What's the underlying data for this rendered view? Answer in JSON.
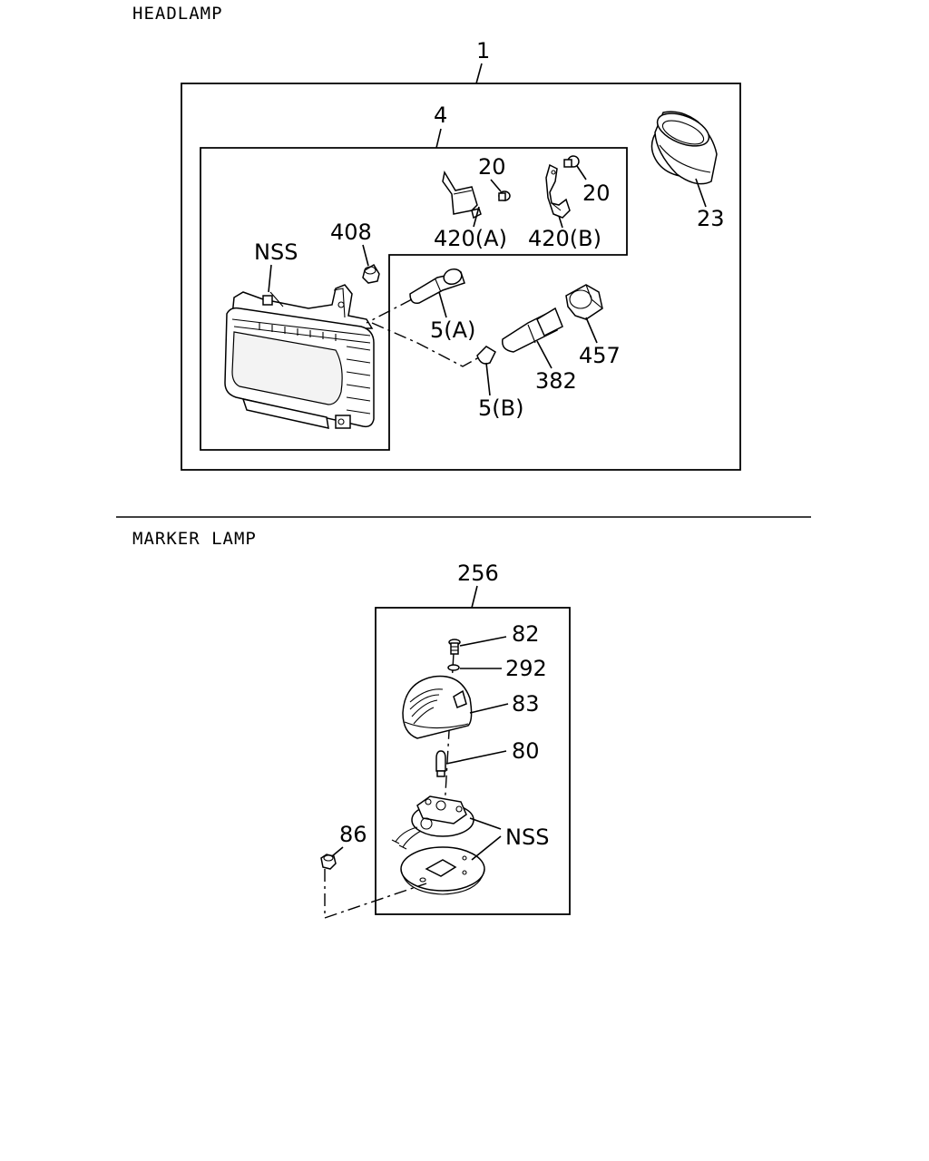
{
  "sections": {
    "headlamp": "HEADLAMP",
    "marker_lamp": "MARKER LAMP"
  },
  "callouts": {
    "headlamp_assembly": "1",
    "housing": "4",
    "bracket_screw_a": "20",
    "bracket_screw_b": "20",
    "bracket_a": "420(A)",
    "bracket_b": "420(B)",
    "ring": "23",
    "retainer": "408",
    "nss_headlamp": "NSS",
    "bulb_a": "5(A)",
    "bulb_b": "5(B)",
    "socket": "382",
    "socket_cap": "457",
    "marker_assembly": "256",
    "screw": "82",
    "washer": "292",
    "lens": "83",
    "bulb": "80",
    "nut": "86",
    "nss_marker": "NSS"
  }
}
